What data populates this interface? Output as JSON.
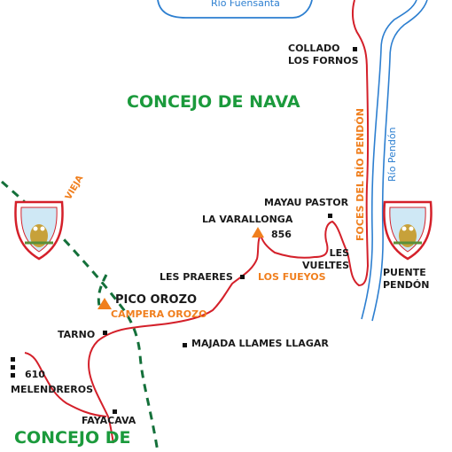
{
  "regions": {
    "nava": "CONCEJO DE NAVA",
    "bottom": "CONCEJO DE"
  },
  "rivers": {
    "fuensanta": "Río Fuensanta",
    "pendon": "Río Pendón"
  },
  "gorge": "FOCES    DEL    RÍO   PENDÓN",
  "road_label": "VIEJA",
  "places": {
    "collado": [
      "COLLADO",
      "LOS FORNOS"
    ],
    "mayau_pastor": "MAYAU PASTOR",
    "la_varallonga": "LA VARALLONGA",
    "altitude_varallonga": "856",
    "les_vueltes": [
      "LES",
      "VUELTES"
    ],
    "les_praeres": "LES PRAERES",
    "los_fueyos": "LOS FUEYOS",
    "puente_pendon": [
      "PUENTE",
      "PENDÓN"
    ],
    "pico_orozo": "PICO OROZO",
    "campera_orozo": "CAMPERA OROZO",
    "tarno": "TARNO",
    "majada": "MAJADA LLAMES LLAGAR",
    "altitude_610": "610",
    "melendreros": "MELENDREROS",
    "fayacava": "FAYACAVA"
  },
  "colors": {
    "route": "#d4202a",
    "river": "#2d7fd0",
    "boundary": "#14703a",
    "peak": "#f07f1e",
    "region_text": "#1b9a3c"
  },
  "icons": {
    "peak": "peak-triangle-icon",
    "point": "square-marker-icon",
    "emblem": "shield-emblem-icon"
  }
}
